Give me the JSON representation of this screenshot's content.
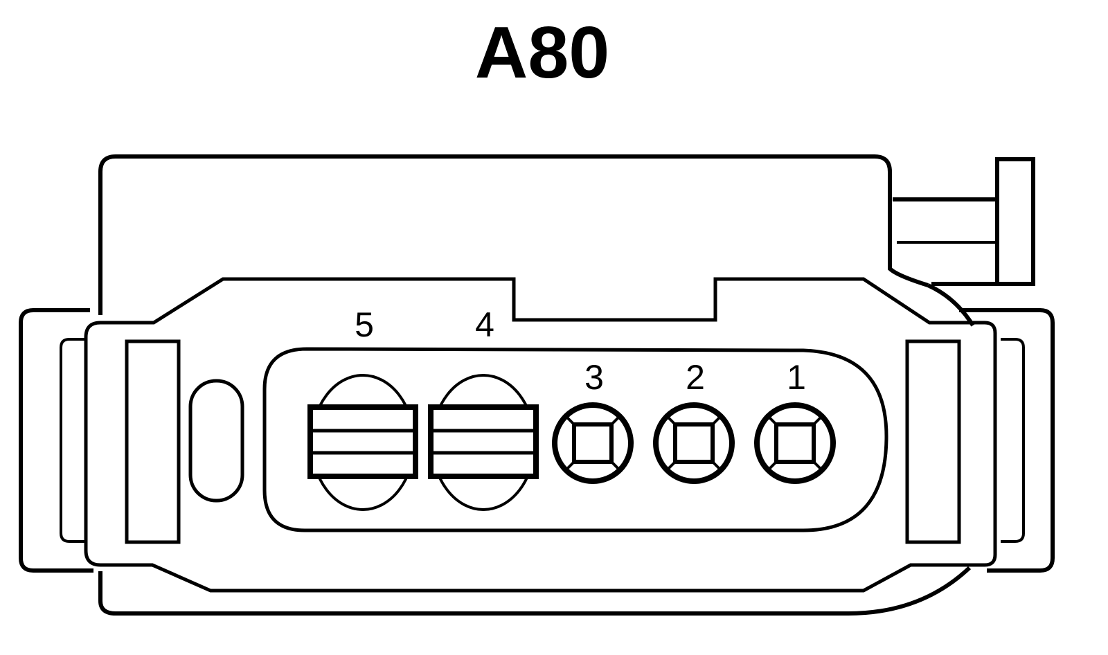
{
  "connector": {
    "title": "A80",
    "pins": [
      {
        "id": "pin-5",
        "label": "5",
        "type": "large"
      },
      {
        "id": "pin-4",
        "label": "4",
        "type": "large"
      },
      {
        "id": "pin-3",
        "label": "3",
        "type": "small"
      },
      {
        "id": "pin-2",
        "label": "2",
        "type": "small"
      },
      {
        "id": "pin-1",
        "label": "1",
        "type": "small"
      }
    ]
  }
}
